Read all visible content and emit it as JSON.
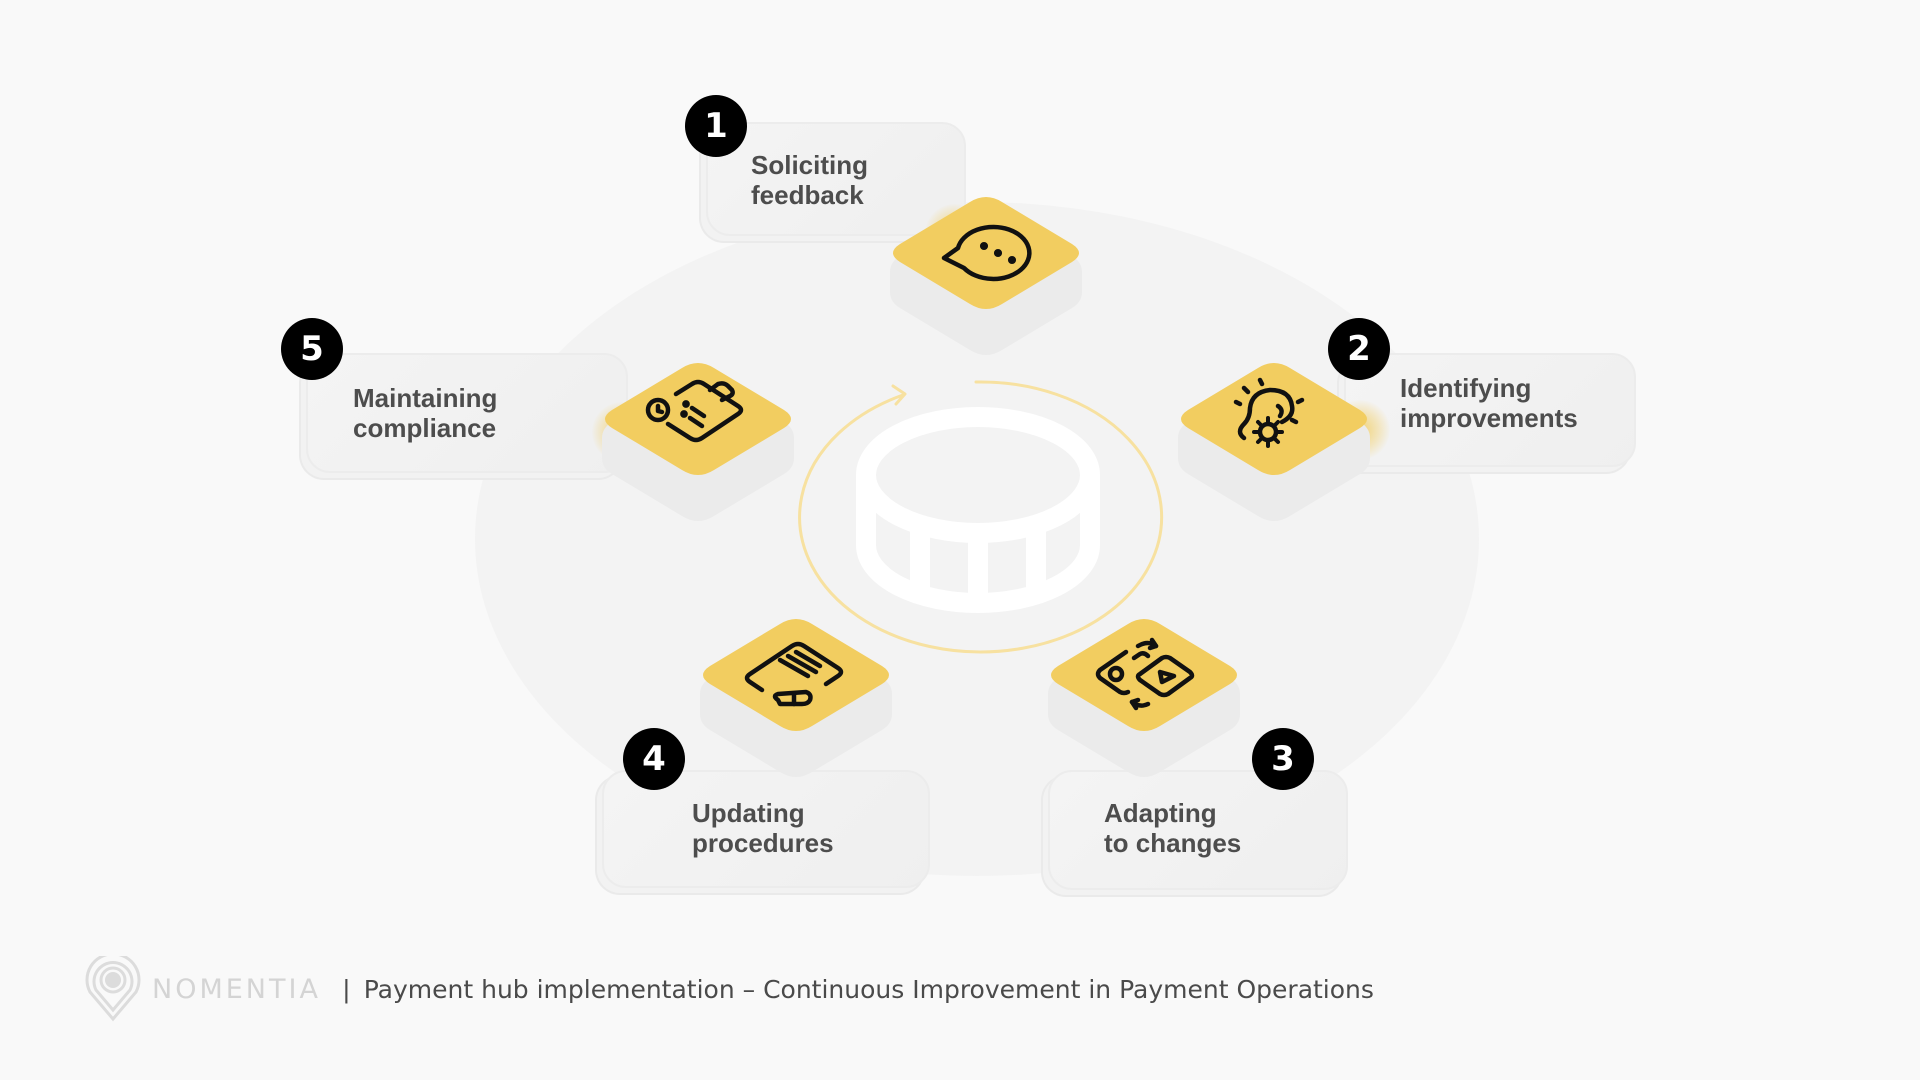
{
  "diagram": {
    "type": "cycle",
    "center_icon": "coin-stack-icon",
    "accent_color": "#f2cd60",
    "steps": [
      {
        "number": "1",
        "label_line1": "Soliciting",
        "label_line2": "feedback",
        "icon": "speech-bubble-icon"
      },
      {
        "number": "2",
        "label_line1": "Identifying",
        "label_line2": "improvements",
        "icon": "lightbulb-gear-icon"
      },
      {
        "number": "3",
        "label_line1": "Adapting",
        "label_line2": "to changes",
        "icon": "shapes-swap-icon"
      },
      {
        "number": "4",
        "label_line1": "Updating",
        "label_line2": "procedures",
        "icon": "document-pencil-icon"
      },
      {
        "number": "5",
        "label_line1": "Maintaining",
        "label_line2": "compliance",
        "icon": "clipboard-clock-icon"
      }
    ]
  },
  "footer": {
    "brand": "NOMENTIA",
    "separator": "|",
    "title": "Payment hub implementation – Continuous Improvement in Payment Operations"
  }
}
